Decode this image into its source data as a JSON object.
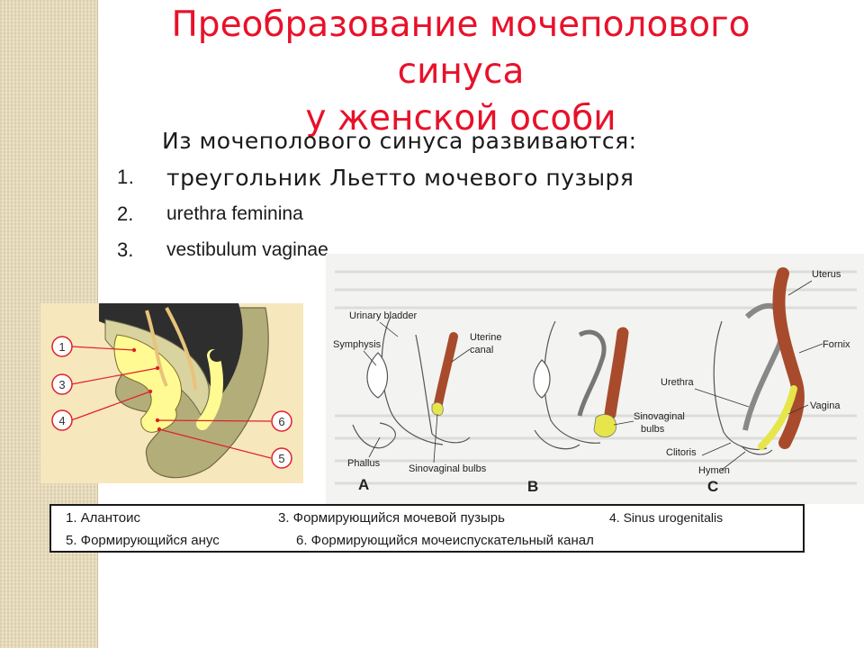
{
  "title": {
    "line1": "Преобразование мочеполового",
    "line2": "синуса",
    "line3": "у женской особи"
  },
  "intro": "Из мочеполового синуса развиваются:",
  "list": [
    {
      "num": "1.",
      "text": "треугольник Льетто мочевого пузыря"
    },
    {
      "num": "2.",
      "text": "urethra feminina"
    },
    {
      "num": "3.",
      "text": "vestibulum vaginae"
    }
  ],
  "left_diagram": {
    "markers": [
      "1",
      "3",
      "4",
      "6",
      "5"
    ],
    "colors": {
      "background": "#f6e7bd",
      "tissue": "#b3ad7a",
      "yellow": "#fffb92",
      "dark": "#2e2e2e",
      "marker": "#e0202a"
    }
  },
  "right_diagram": {
    "labels": {
      "urinary_bladder": "Urinary bladder",
      "uterine_canal_1": "Uterine",
      "uterine_canal_2": "canal",
      "symphysis": "Symphysis",
      "phallus": "Phallus",
      "sinovaginal_bulbs_a": "Sinovaginal bulbs",
      "panel_a": "A",
      "uterus": "Uterus",
      "fornix": "Fornix",
      "urethra": "Urethra",
      "vagina": "Vagina",
      "sinovaginal_bulbs_b1": "Sinovaginal",
      "sinovaginal_bulbs_b2": "bulbs",
      "clitoris": "Clitoris",
      "hymen": "Hymen",
      "panel_b": "B",
      "panel_c": "C"
    },
    "colors": {
      "uterus": "#a84b2c",
      "vagina_bulbs": "#e6e64a",
      "outline": "#555555"
    }
  },
  "legend": {
    "item1": "1. Алантоис",
    "item3": "3. Формирующийся мочевой пузырь",
    "item4": "4. Sinus urogenitalis",
    "item5": "5. Формирующийся анус",
    "item6": "6. Формирующийся мочеиспускательный канал"
  }
}
